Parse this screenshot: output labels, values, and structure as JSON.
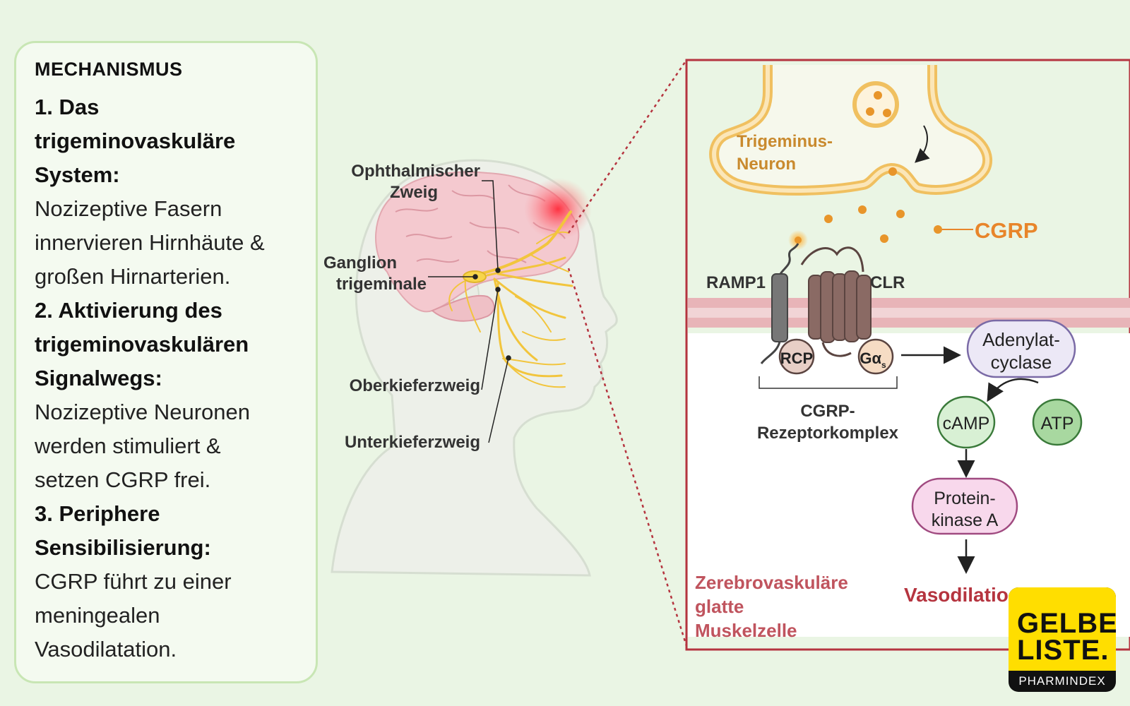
{
  "panel": {
    "title": "MECHANISMUS",
    "steps": [
      {
        "heading_lines": [
          "1. Das",
          "trigeminovaskuläre",
          "System:"
        ],
        "body_lines": [
          "Nozizeptive Fasern",
          "innervieren Hirnhäute &",
          "großen Hirnarterien."
        ]
      },
      {
        "heading_lines": [
          "2. Aktivierung des",
          "trigeminovaskulären",
          "Signalwegs:"
        ],
        "body_lines": [
          "Nozizeptive Neuronen",
          "werden stimuliert &",
          "setzen CGRP frei."
        ]
      },
      {
        "heading_lines": [
          "3. Periphere",
          "Sensibilisierung:"
        ],
        "body_lines": [
          "CGRP führt zu einer",
          "meningealen",
          "Vasodilatation."
        ]
      }
    ]
  },
  "head_labels": {
    "ophthalmic_1": "Ophthalmischer",
    "ophthalmic_2": "Zweig",
    "ganglion_1": "Ganglion",
    "ganglion_2": "trigeminale",
    "maxillary": "Oberkieferzweig",
    "mandibular": "Unterkieferzweig"
  },
  "detail": {
    "neuron_1": "Trigeminus-",
    "neuron_2": "Neuron",
    "cgrp": "CGRP",
    "ramp1": "RAMP1",
    "clr": "CLR",
    "rcp": "RCP",
    "galpha": "Gα",
    "galpha_sub": "s",
    "complex_1": "CGRP-",
    "complex_2": "Rezeptorkomplex",
    "adenylate_1": "Adenylat-",
    "adenylate_2": "cyclase",
    "camp": "cAMP",
    "atp": "ATP",
    "pka_1": "Protein-",
    "pka_2": "kinase A",
    "vasodilation": "Vasodilatio",
    "smooth_1": "Zerebrovaskuläre",
    "smooth_2": "glatte",
    "smooth_3": "Muskelzelle"
  },
  "logo": {
    "line1": "GELBE",
    "line2": "LISTE.",
    "sub": "PHARMINDEX"
  },
  "colors": {
    "accent_red": "#b5343f",
    "cgrp_orange": "#e8852a",
    "nerve_yellow": "#f2c53d",
    "logo_yellow": "#ffde00"
  }
}
